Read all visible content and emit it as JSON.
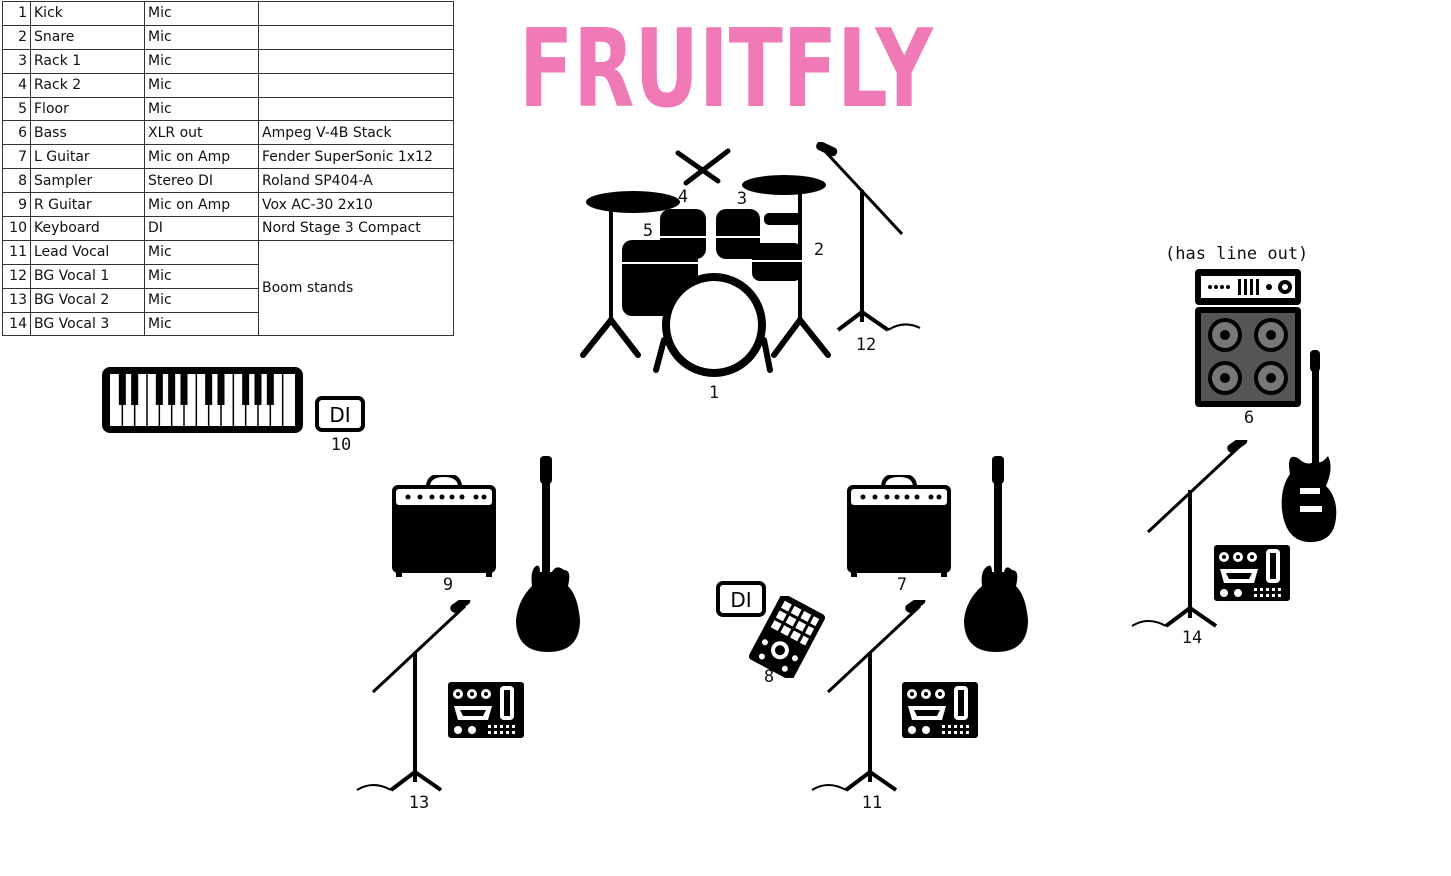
{
  "band_name": "FRUITFLY",
  "input_list": {
    "rows": [
      {
        "num": "1",
        "source": "Kick",
        "connection": "Mic",
        "note": ""
      },
      {
        "num": "2",
        "source": "Snare",
        "connection": "Mic",
        "note": ""
      },
      {
        "num": "3",
        "source": "Rack 1",
        "connection": "Mic",
        "note": ""
      },
      {
        "num": "4",
        "source": "Rack 2",
        "connection": "Mic",
        "note": ""
      },
      {
        "num": "5",
        "source": "Floor",
        "connection": "Mic",
        "note": ""
      },
      {
        "num": "6",
        "source": "Bass",
        "connection": "XLR out",
        "note": "Ampeg V-4B Stack"
      },
      {
        "num": "7",
        "source": "L Guitar",
        "connection": "Mic on Amp",
        "note": "Fender SuperSonic 1x12"
      },
      {
        "num": "8",
        "source": "Sampler",
        "connection": "Stereo DI",
        "note": "Roland SP404-A"
      },
      {
        "num": "9",
        "source": "R Guitar",
        "connection": "Mic on Amp",
        "note": "Vox AC-30  2x10"
      },
      {
        "num": "10",
        "source": "Keyboard",
        "connection": "DI",
        "note": "Nord Stage 3 Compact"
      },
      {
        "num": "11",
        "source": "Lead Vocal",
        "connection": "Mic",
        "note": "Boom stands"
      },
      {
        "num": "12",
        "source": "BG Vocal 1",
        "connection": "Mic",
        "note": ""
      },
      {
        "num": "13",
        "source": "BG Vocal 2",
        "connection": "Mic",
        "note": ""
      },
      {
        "num": "14",
        "source": "BG Vocal 3",
        "connection": "Mic",
        "note": ""
      }
    ]
  },
  "stage_labels": {
    "kick": "1",
    "snare": "2",
    "rack1": "3",
    "rack2": "4",
    "floor": "5",
    "bass_amp": "6",
    "l_guitar_amp": "7",
    "sampler": "8",
    "r_guitar_amp": "9",
    "keyboard": "10",
    "lead_vocal": "11",
    "bg_vocal_1": "12",
    "bg_vocal_2": "13",
    "bg_vocal_3": "14"
  },
  "di_label": "DI",
  "bass_amp_note": "(has line out)",
  "colors": {
    "title_pink": "#f07ab5",
    "ink": "#111111"
  }
}
